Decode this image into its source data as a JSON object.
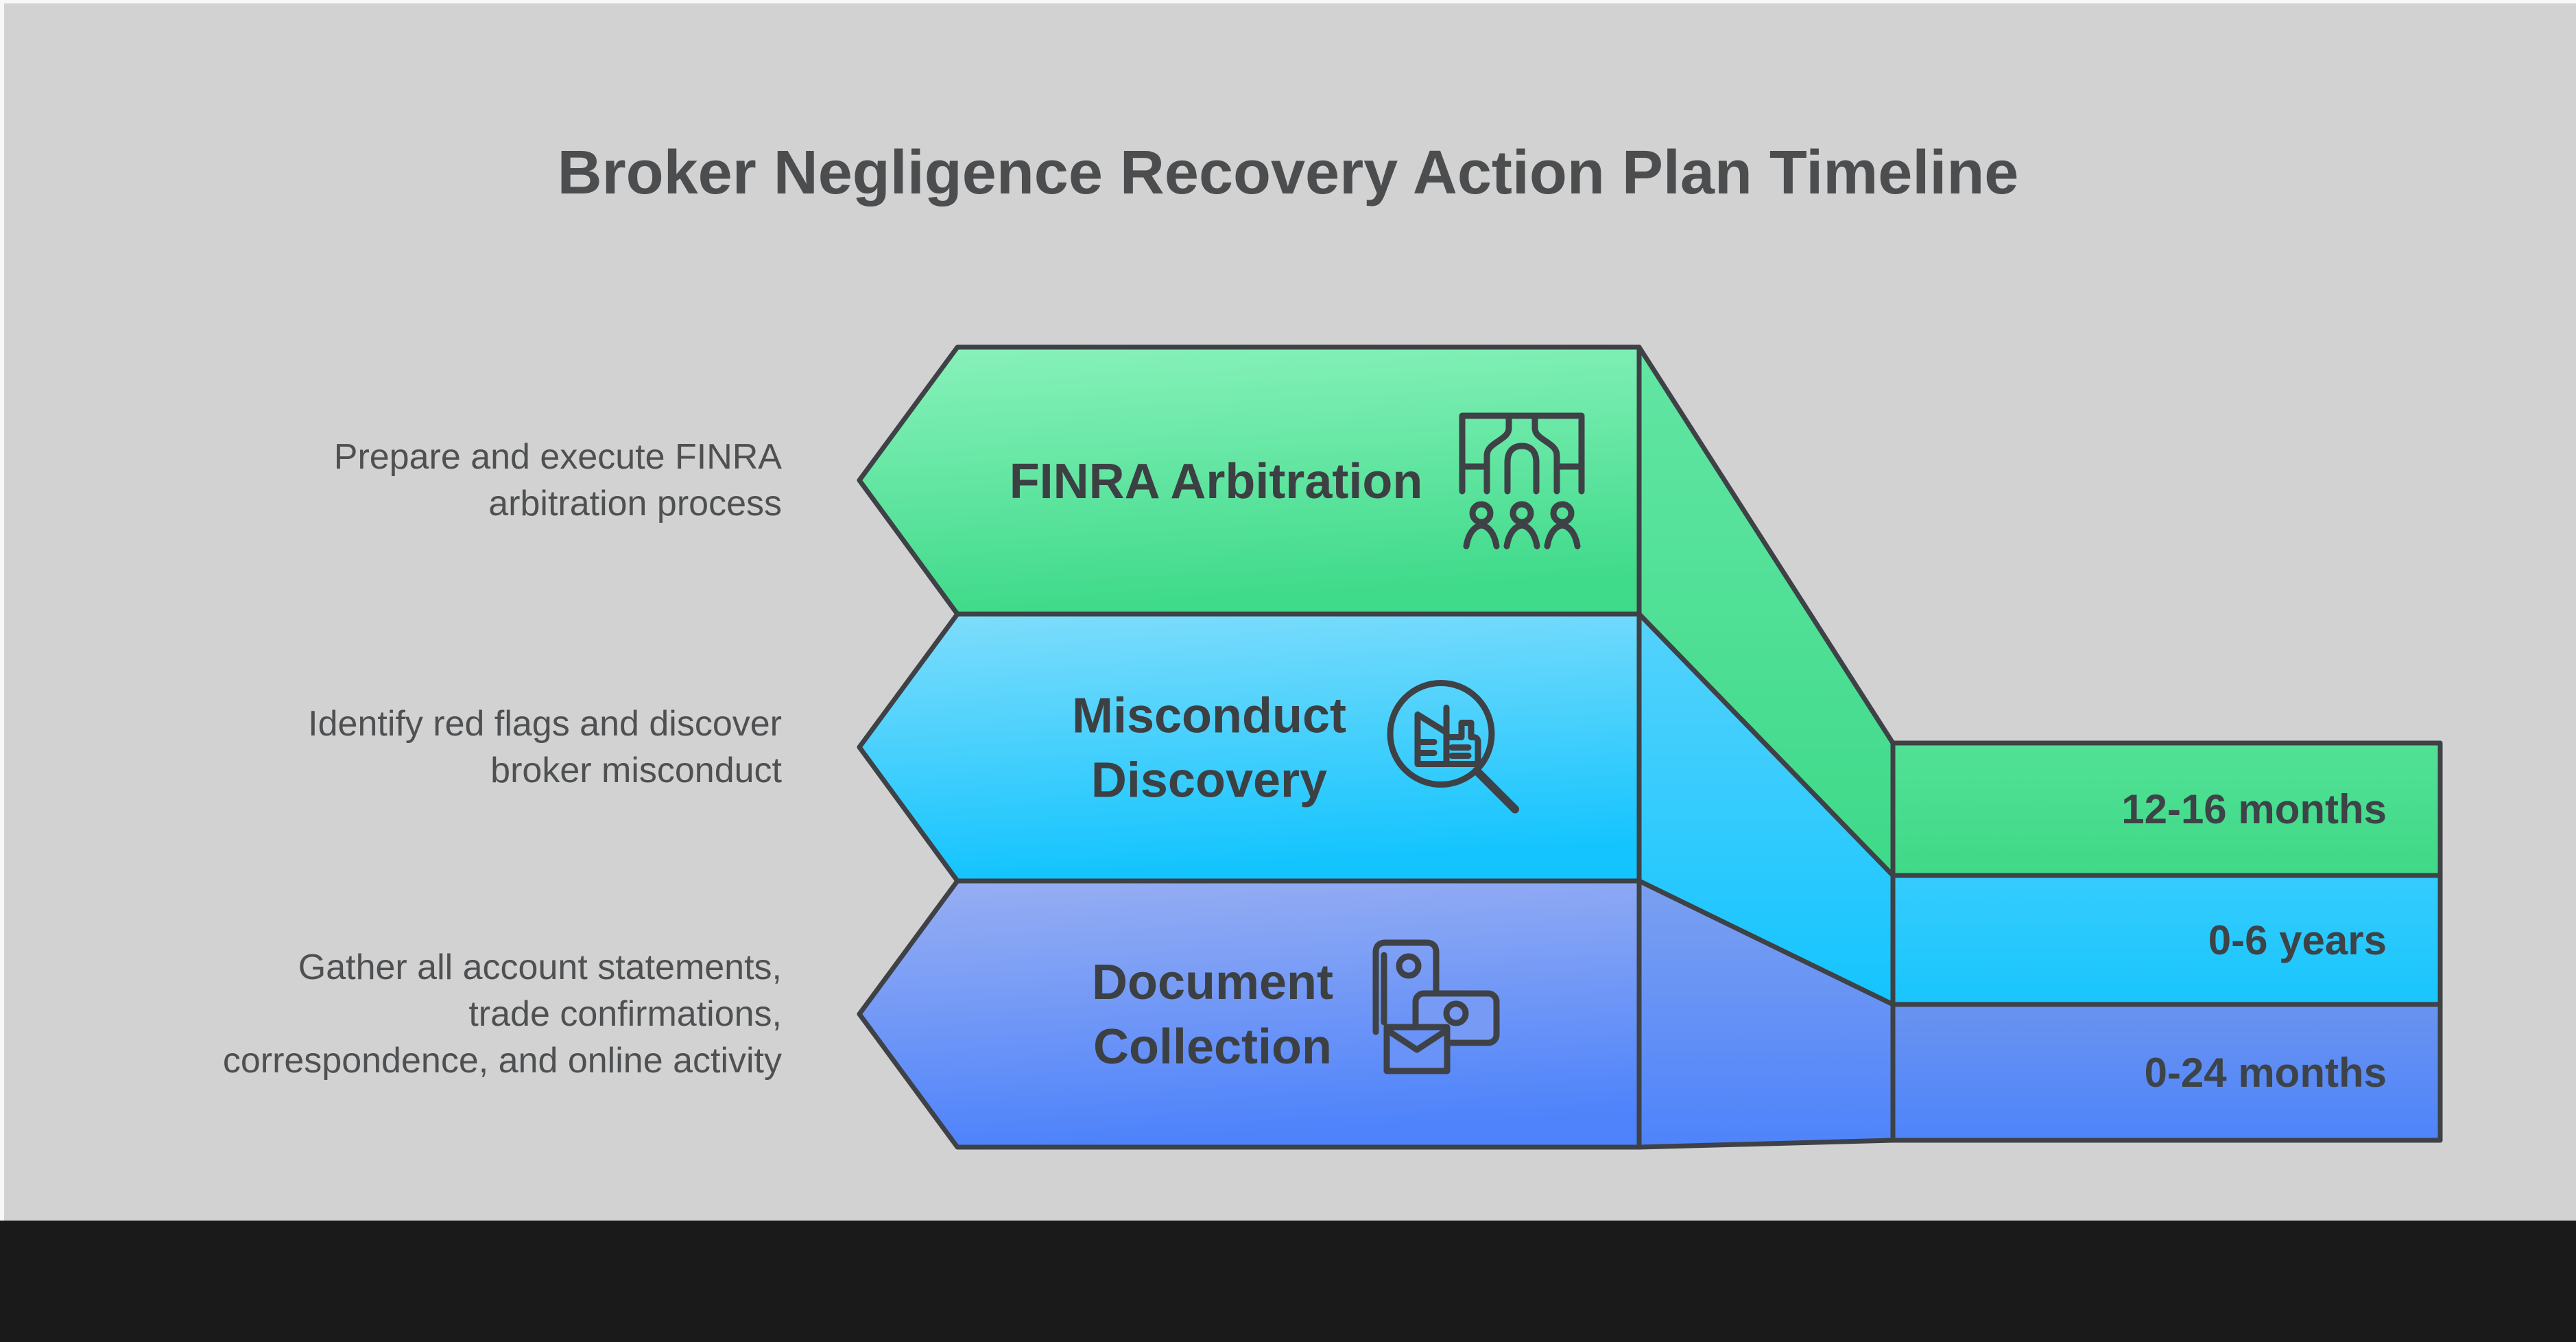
{
  "title": "Broker Negligence Recovery Action Plan Timeline",
  "palette": {
    "background": "#d2d2d2",
    "footer_bar": "#1a1a1a",
    "outline": "#3e4145",
    "title_text": "#4b4d4f",
    "description_text": "#4e5052",
    "band_label_text": "#3c4043",
    "duration_text": "#3d4347"
  },
  "steps": [
    {
      "name": "FINRA Arbitration",
      "label_lines": [
        "FINRA Arbitration"
      ],
      "description_lines": [
        "Prepare and execute FINRA",
        "arbitration process"
      ],
      "duration": "12-16 months",
      "icon": "arbitration-panel-icon",
      "band_color_top": "#89F2BB",
      "band_color_bottom": "#3FDA8A",
      "connector_color_top": "#62E6A3",
      "connector_color_bottom": "#3ED989",
      "box_color_top": "#52E196",
      "box_color_bottom": "#3FD987"
    },
    {
      "name": "Misconduct Discovery",
      "label_lines": [
        "Misconduct",
        "Discovery"
      ],
      "description_lines": [
        "Identify red flags and discover",
        "broker misconduct"
      ],
      "duration": "0-6 years",
      "icon": "misconduct-search-icon",
      "band_color_top": "#80DDFB",
      "band_color_bottom": "#13C4FE",
      "connector_color_top": "#55D2FC",
      "connector_color_bottom": "#14C4FE",
      "box_color_top": "#36CCFD",
      "box_color_bottom": "#18C5FD"
    },
    {
      "name": "Document Collection",
      "label_lines": [
        "Document",
        "Collection"
      ],
      "description_lines": [
        "Gather all account statements,",
        "trade confirmations,",
        "correspondence, and online activity"
      ],
      "duration": "0-24 months",
      "icon": "document-collection-icon",
      "band_color_top": "#98AFF2",
      "band_color_bottom": "#4E83FB",
      "connector_color_top": "#7BA0F0",
      "connector_color_bottom": "#4E83FB",
      "box_color_top": "#6A93EF",
      "box_color_bottom": "#4E84FB",
      "icon_card_fill": "#779BF5",
      "icon_envelope_fill": "#6993F7"
    }
  ]
}
